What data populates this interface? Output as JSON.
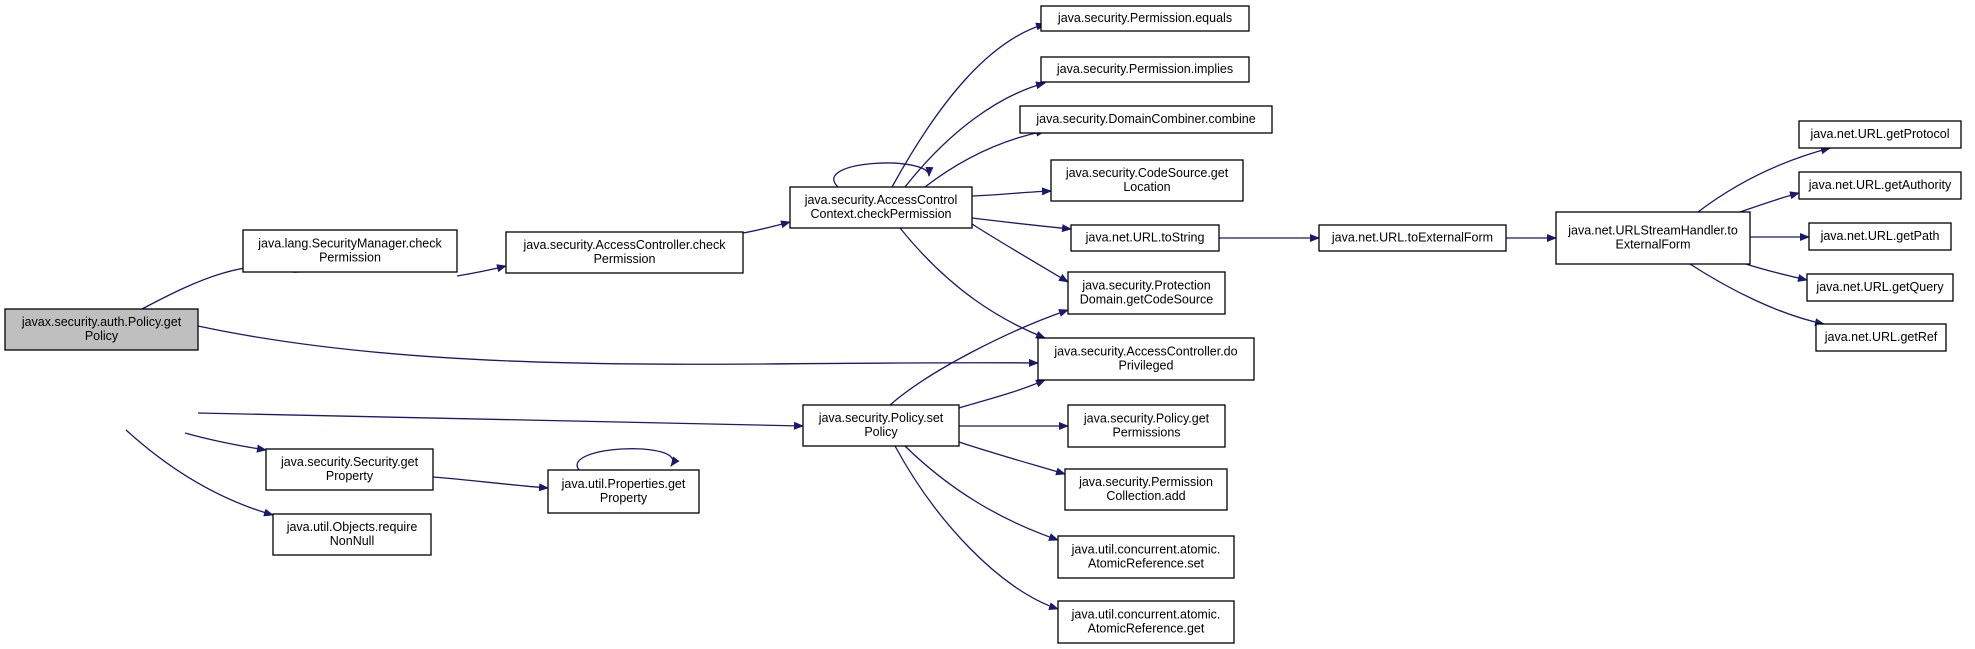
{
  "colors": {
    "edge": "#191970",
    "node_fill": "#ffffff",
    "root_fill": "#bfbfbf",
    "node_border": "#000000"
  },
  "nodes": [
    {
      "id": "root",
      "lines": [
        "javax.security.auth.Policy.get",
        "Policy"
      ],
      "root": true
    },
    {
      "id": "sm_check",
      "lines": [
        "java.lang.SecurityManager.check",
        "Permission"
      ]
    },
    {
      "id": "ac_check",
      "lines": [
        "java.security.AccessController.check",
        "Permission"
      ]
    },
    {
      "id": "acc_check",
      "lines": [
        "java.security.AccessControl",
        "Context.checkPermission"
      ]
    },
    {
      "id": "perm_equals",
      "lines": [
        "java.security.Permission.equals"
      ]
    },
    {
      "id": "perm_implies",
      "lines": [
        "java.security.Permission.implies"
      ]
    },
    {
      "id": "dc_combine",
      "lines": [
        "java.security.DomainCombiner.combine"
      ]
    },
    {
      "id": "cs_getloc",
      "lines": [
        "java.security.CodeSource.get",
        "Location"
      ]
    },
    {
      "id": "url_tostring",
      "lines": [
        "java.net.URL.toString"
      ]
    },
    {
      "id": "pd_getcs",
      "lines": [
        "java.security.Protection",
        "Domain.getCodeSource"
      ]
    },
    {
      "id": "ac_doprivileged",
      "lines": [
        "java.security.AccessController.do",
        "Privileged"
      ]
    },
    {
      "id": "url_toext",
      "lines": [
        "java.net.URL.toExternalForm"
      ]
    },
    {
      "id": "ush_toext",
      "lines": [
        "java.net.URLStreamHandler.to",
        "ExternalForm"
      ]
    },
    {
      "id": "url_getprotocol",
      "lines": [
        "java.net.URL.getProtocol"
      ]
    },
    {
      "id": "url_getauthority",
      "lines": [
        "java.net.URL.getAuthority"
      ]
    },
    {
      "id": "url_getpath",
      "lines": [
        "java.net.URL.getPath"
      ]
    },
    {
      "id": "url_getquery",
      "lines": [
        "java.net.URL.getQuery"
      ]
    },
    {
      "id": "url_getref",
      "lines": [
        "java.net.URL.getRef"
      ]
    },
    {
      "id": "policy_set",
      "lines": [
        "java.security.Policy.set",
        "Policy"
      ]
    },
    {
      "id": "policy_getperms",
      "lines": [
        "java.security.Policy.get",
        "Permissions"
      ]
    },
    {
      "id": "permcoll_add",
      "lines": [
        "java.security.Permission",
        "Collection.add"
      ]
    },
    {
      "id": "atomic_set",
      "lines": [
        "java.util.concurrent.atomic.",
        "AtomicReference.set"
      ]
    },
    {
      "id": "atomic_get",
      "lines": [
        "java.util.concurrent.atomic.",
        "AtomicReference.get"
      ]
    },
    {
      "id": "sec_getprop",
      "lines": [
        "java.security.Security.get",
        "Property"
      ]
    },
    {
      "id": "props_getprop",
      "lines": [
        "java.util.Properties.get",
        "Property"
      ]
    },
    {
      "id": "objects_reqnn",
      "lines": [
        "java.util.Objects.require",
        "NonNull"
      ]
    }
  ],
  "edges": [
    {
      "from": "root",
      "to": "sm_check"
    },
    {
      "from": "root",
      "to": "ac_doprivileged"
    },
    {
      "from": "root",
      "to": "policy_set"
    },
    {
      "from": "root",
      "to": "sec_getprop"
    },
    {
      "from": "root",
      "to": "objects_reqnn"
    },
    {
      "from": "sm_check",
      "to": "ac_check"
    },
    {
      "from": "ac_check",
      "to": "acc_check"
    },
    {
      "from": "acc_check",
      "to": "acc_check"
    },
    {
      "from": "acc_check",
      "to": "perm_equals"
    },
    {
      "from": "acc_check",
      "to": "perm_implies"
    },
    {
      "from": "acc_check",
      "to": "dc_combine"
    },
    {
      "from": "acc_check",
      "to": "cs_getloc"
    },
    {
      "from": "acc_check",
      "to": "url_tostring"
    },
    {
      "from": "acc_check",
      "to": "pd_getcs"
    },
    {
      "from": "acc_check",
      "to": "ac_doprivileged"
    },
    {
      "from": "url_tostring",
      "to": "url_toext"
    },
    {
      "from": "url_toext",
      "to": "ush_toext"
    },
    {
      "from": "ush_toext",
      "to": "url_getprotocol"
    },
    {
      "from": "ush_toext",
      "to": "url_getauthority"
    },
    {
      "from": "ush_toext",
      "to": "url_getpath"
    },
    {
      "from": "ush_toext",
      "to": "url_getquery"
    },
    {
      "from": "ush_toext",
      "to": "url_getref"
    },
    {
      "from": "policy_set",
      "to": "pd_getcs"
    },
    {
      "from": "policy_set",
      "to": "ac_doprivileged"
    },
    {
      "from": "policy_set",
      "to": "policy_getperms"
    },
    {
      "from": "policy_set",
      "to": "permcoll_add"
    },
    {
      "from": "policy_set",
      "to": "atomic_set"
    },
    {
      "from": "policy_set",
      "to": "atomic_get"
    },
    {
      "from": "sec_getprop",
      "to": "props_getprop"
    },
    {
      "from": "props_getprop",
      "to": "props_getprop"
    }
  ]
}
